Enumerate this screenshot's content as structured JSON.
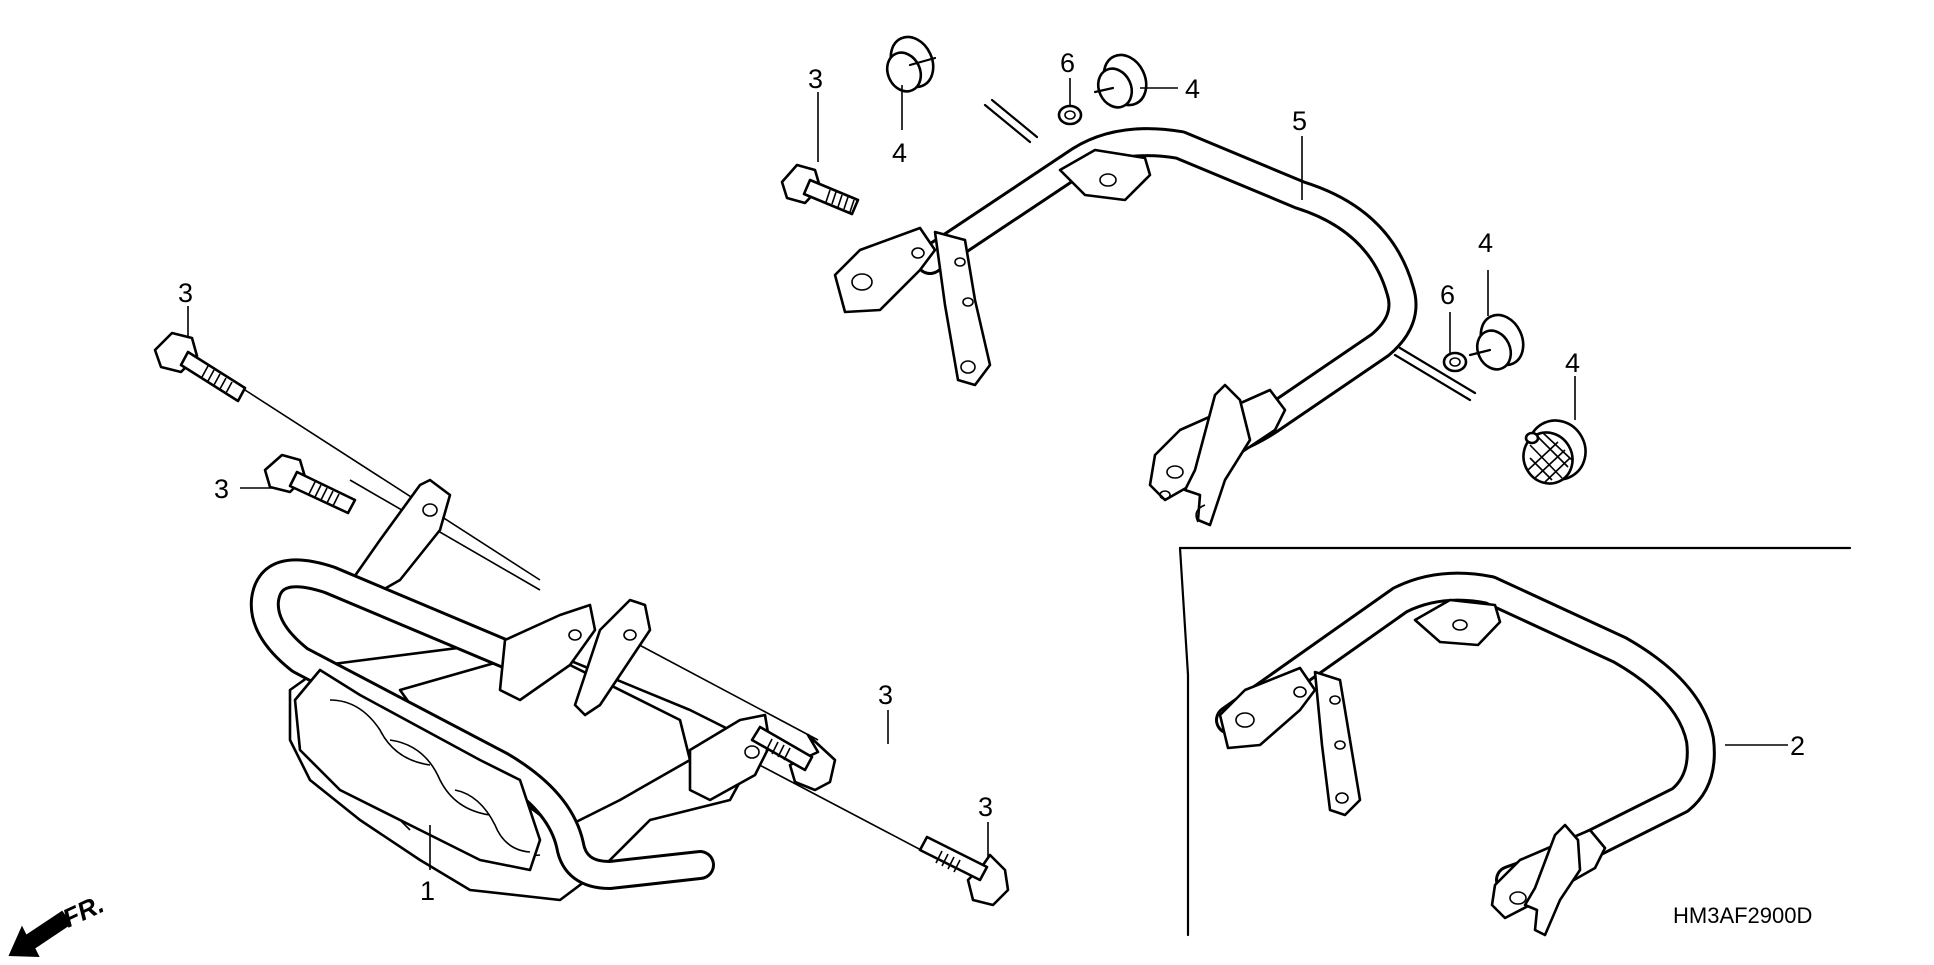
{
  "diagram_code": "HM3AF2900D",
  "direction_label": "FR.",
  "callouts": {
    "c1": "1",
    "c2": "2",
    "c3a": "3",
    "c3b": "3",
    "c3c": "3",
    "c3d": "3",
    "c3e": "3",
    "c4a": "4",
    "c4b": "4",
    "c4c": "4",
    "c4d": "4",
    "c5": "5",
    "c6a": "6",
    "c6b": "6"
  }
}
